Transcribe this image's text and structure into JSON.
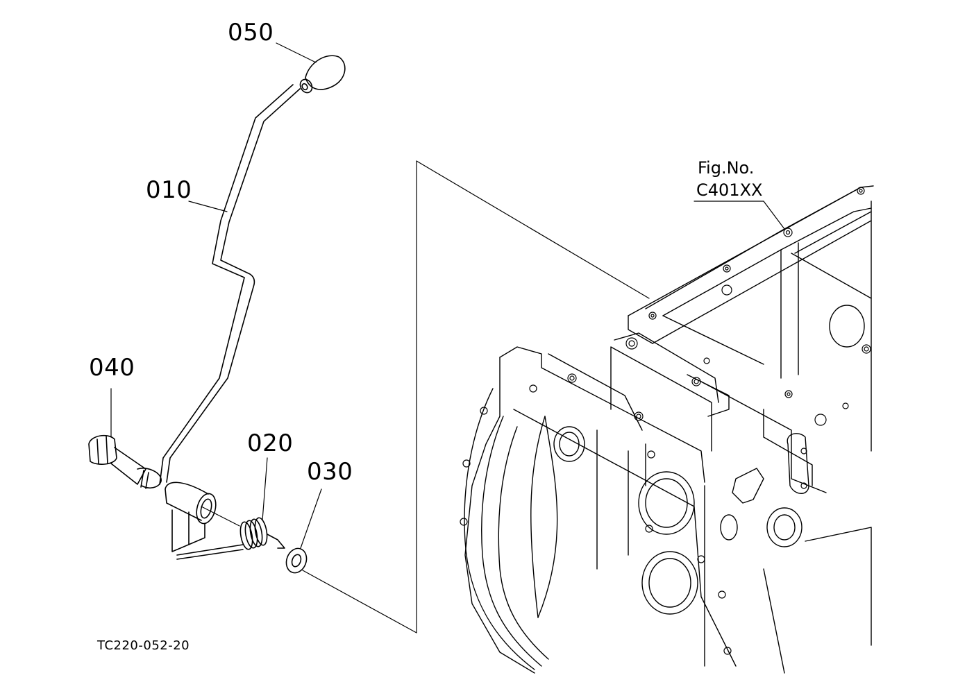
{
  "labels": {
    "p050": "050",
    "p010": "010",
    "p040": "040",
    "p020": "020",
    "p030": "030",
    "fig_no": "Fig.No.",
    "fig_code": "C401XX",
    "drawing_code": "TC220-052-20"
  },
  "colors": {
    "ink": "#000000",
    "paper": "#ffffff"
  }
}
